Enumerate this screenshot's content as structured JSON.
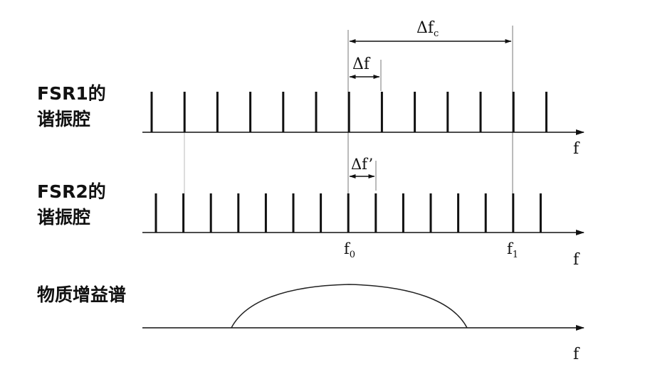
{
  "rows": [
    {
      "label_line1": "FSR1的",
      "label_line2": "谐振腔",
      "axis_label": "f"
    },
    {
      "label_line1": "FSR2的",
      "label_line2": "谐振腔",
      "axis_label": "f"
    },
    {
      "label_line1": "物质增益谱",
      "axis_label": "f"
    }
  ],
  "markers": {
    "f0": {
      "base": "f",
      "sub": "0"
    },
    "f1": {
      "base": "f",
      "sub": "1"
    }
  },
  "annotations": {
    "delta_fc": {
      "base": "Δf",
      "sub": "c"
    },
    "delta_f": "Δf",
    "delta_f_prime": "Δf’"
  }
}
